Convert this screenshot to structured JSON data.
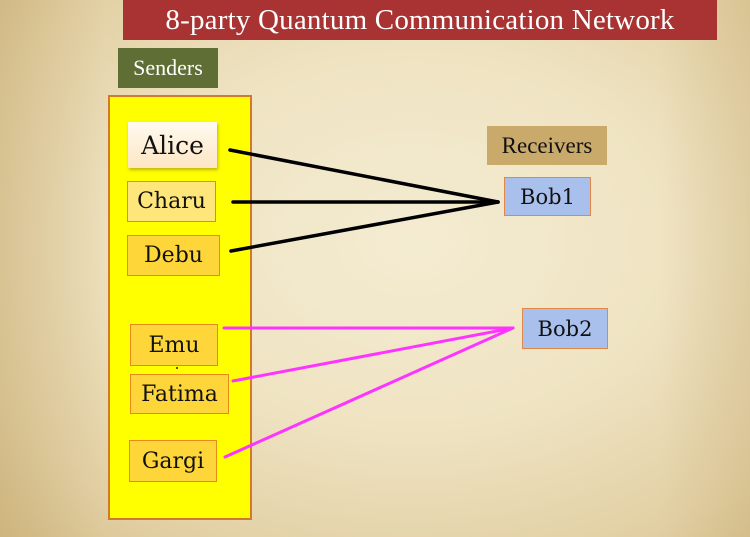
{
  "title": "8-party Quantum Communication Network",
  "senders": {
    "label": "Senders",
    "nodes": [
      {
        "id": "alice",
        "label": "Alice"
      },
      {
        "id": "charu",
        "label": "Charu"
      },
      {
        "id": "debu",
        "label": "Debu"
      },
      {
        "id": "emu",
        "label": "Emu"
      },
      {
        "id": "fatima",
        "label": "Fatima"
      },
      {
        "id": "gargi",
        "label": "Gargi"
      }
    ]
  },
  "receivers": {
    "label": "Receivers",
    "nodes": [
      {
        "id": "bob1",
        "label": "Bob1"
      },
      {
        "id": "bob2",
        "label": "Bob2"
      }
    ]
  },
  "links": [
    {
      "from": "alice",
      "to": "bob1",
      "color": "#000000"
    },
    {
      "from": "charu",
      "to": "bob1",
      "color": "#000000"
    },
    {
      "from": "debu",
      "to": "bob1",
      "color": "#000000"
    },
    {
      "from": "emu",
      "to": "bob2",
      "color": "#ff33ff"
    },
    {
      "from": "fatima",
      "to": "bob2",
      "color": "#ff33ff"
    },
    {
      "from": "gargi",
      "to": "bob2",
      "color": "#ff33ff"
    }
  ],
  "colors": {
    "title_bg": "#a93232",
    "senders_label_bg": "#5f6e34",
    "senders_box_bg": "#ffff00",
    "receivers_label_bg": "#c9aa6a",
    "receiver_node_bg": "#a9c0ec"
  }
}
